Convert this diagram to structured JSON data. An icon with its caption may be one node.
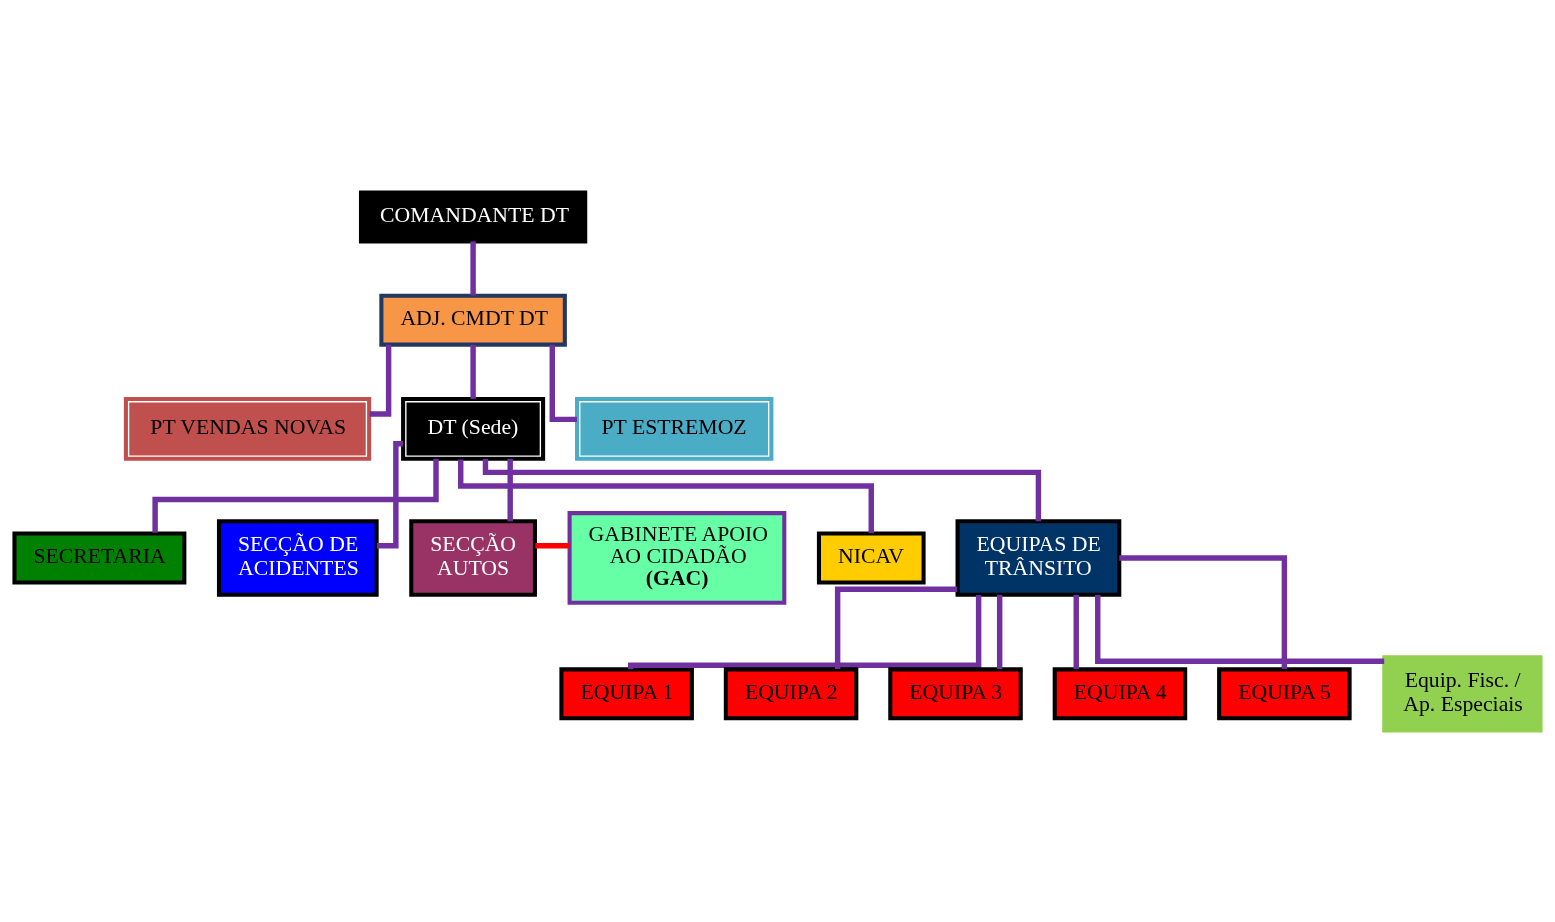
{
  "diagram": {
    "nodes": [
      {
        "text": [
          "COMANDANTE DT"
        ]
      },
      {
        "text": [
          "ADJ. CMDT DT"
        ]
      },
      {
        "text": [
          "PT VENDAS NOVAS"
        ]
      },
      {
        "text": [
          "DT (Sede)"
        ]
      },
      {
        "text": [
          "PT ESTREMOZ"
        ]
      },
      {
        "text": [
          "SECRETARIA"
        ]
      },
      {
        "text": [
          "SECÇÃO DE ACIDENTES"
        ]
      },
      {
        "text": [
          "SECÇÃO AUTOS"
        ]
      },
      {
        "text": [
          "GABINETE APOIO AO CIDADÃO",
          "(GAC)"
        ]
      },
      {
        "text": [
          "NICAV"
        ]
      },
      {
        "text": [
          "EQUIPAS DE TRÂNSITO"
        ]
      },
      {
        "text": [
          "EQUIPA 1"
        ]
      },
      {
        "text": [
          "EQUIPA 2"
        ]
      },
      {
        "text": [
          "EQUIPA 3"
        ]
      },
      {
        "text": [
          "EQUIPA 4"
        ]
      },
      {
        "text": [
          "EQUIPA 5"
        ]
      },
      {
        "text": [
          "Equip. Fisc. / Ap. Especiais"
        ]
      }
    ],
    "edges": [
      {
        "from": 0,
        "to": 1,
        "arrow": "none"
      },
      {
        "from": 1,
        "to": 2,
        "arrow": "none"
      },
      {
        "from": 1,
        "to": 3,
        "arrow": "none"
      },
      {
        "from": 1,
        "to": 4,
        "arrow": "none"
      },
      {
        "from": 3,
        "to": 5,
        "arrow": "none"
      },
      {
        "from": 3,
        "to": 6,
        "arrow": "none"
      },
      {
        "from": 3,
        "to": 7,
        "arrow": "none"
      },
      {
        "from": 7,
        "to": 8,
        "arrow": "none",
        "color": "#ff0000"
      },
      {
        "from": 3,
        "to": 9,
        "arrow": "none"
      },
      {
        "from": 3,
        "to": 10,
        "arrow": "none"
      },
      {
        "from": 10,
        "to": 11,
        "arrow": "none"
      },
      {
        "from": 10,
        "to": 12,
        "arrow": "none"
      },
      {
        "from": 10,
        "to": 13,
        "arrow": "none"
      },
      {
        "from": 10,
        "to": 14,
        "arrow": "none"
      },
      {
        "from": 10,
        "to": 15,
        "arrow": "none"
      },
      {
        "from": 10,
        "to": 16,
        "arrow": "none"
      }
    ]
  }
}
